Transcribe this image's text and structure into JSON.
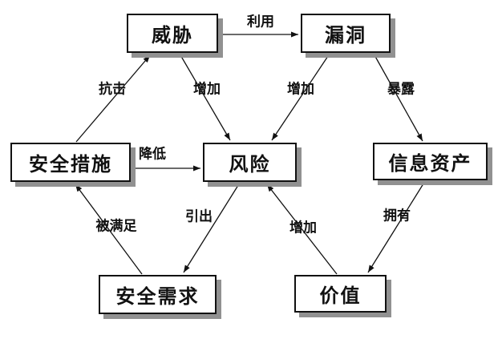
{
  "diagram": {
    "type": "relationship-diagram",
    "language": "zh-CN",
    "topic": "information security risk relationships",
    "colors": {
      "background": "#ffffff",
      "box_fill": "#ffffff",
      "box_border": "#111111",
      "box_shadow": "#919191",
      "line": "#111111",
      "text": "#111111"
    },
    "nodes": [
      {
        "id": "threat",
        "label": "威胁"
      },
      {
        "id": "vulnerability",
        "label": "漏洞"
      },
      {
        "id": "security-measures",
        "label": "安全措施"
      },
      {
        "id": "risk",
        "label": "风险"
      },
      {
        "id": "information-assets",
        "label": "信息资产"
      },
      {
        "id": "security-requirements",
        "label": "安全需求"
      },
      {
        "id": "value",
        "label": "价值"
      }
    ],
    "edges": [
      {
        "from": "threat",
        "to": "vulnerability",
        "label": "利用"
      },
      {
        "from": "security-measures",
        "to": "threat",
        "label": "抗击"
      },
      {
        "from": "threat",
        "to": "risk",
        "label": "增加"
      },
      {
        "from": "vulnerability",
        "to": "risk",
        "label": "增加"
      },
      {
        "from": "vulnerability",
        "to": "information-assets",
        "label": "暴露"
      },
      {
        "from": "security-measures",
        "to": "risk",
        "label": "降低"
      },
      {
        "from": "security-requirements",
        "to": "security-measures",
        "label": "被满足"
      },
      {
        "from": "risk",
        "to": "security-requirements",
        "label": "引出"
      },
      {
        "from": "value",
        "to": "risk",
        "label": "增加"
      },
      {
        "from": "information-assets",
        "to": "value",
        "label": "拥有"
      }
    ]
  }
}
